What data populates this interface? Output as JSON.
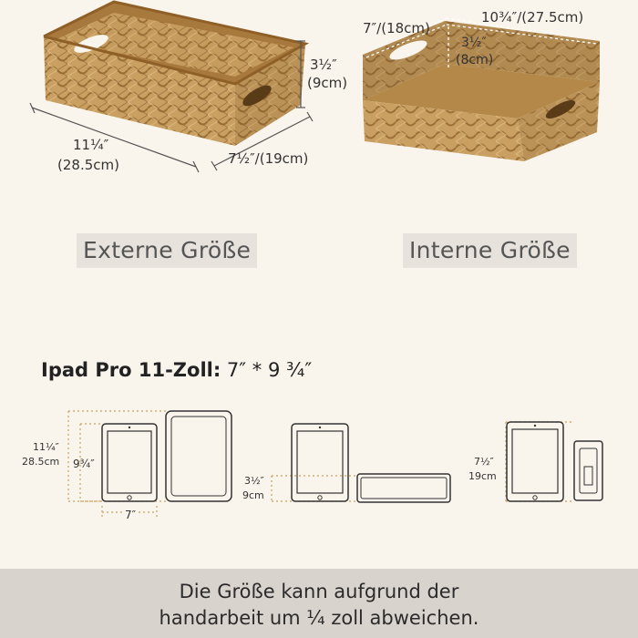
{
  "external": {
    "label": "Externe Größe",
    "length": "11¼″",
    "length_cm": "(28.5cm)",
    "width": "7½″/(19cm)",
    "height": "3½″",
    "height_cm": "(9cm)"
  },
  "internal": {
    "label": "Interne Größe",
    "width": "7″/(18cm)",
    "length": "10¾″/(27.5cm)",
    "height": "3½″",
    "height_cm": "(8cm)"
  },
  "ipad": {
    "title_bold": "Ipad Pro 11-Zoll:",
    "title_rest": " 7″ * 9 ¾″"
  },
  "comparison": {
    "outer_height": "11¼″",
    "outer_height_cm": "28.5cm",
    "ipad_height": "9¾″",
    "ipad_width": "7″",
    "basket_height": "3½″",
    "basket_height_cm": "9cm",
    "basket_width": "7½″",
    "basket_width_cm": "19cm"
  },
  "footer": {
    "line1": "Die Größe kann aufgrund der",
    "line2": "handarbeit um ¼ zoll abweichen."
  },
  "colors": {
    "background": "#faf5ec",
    "basket": "#c49a5a",
    "footer": "#d9d3cd"
  }
}
